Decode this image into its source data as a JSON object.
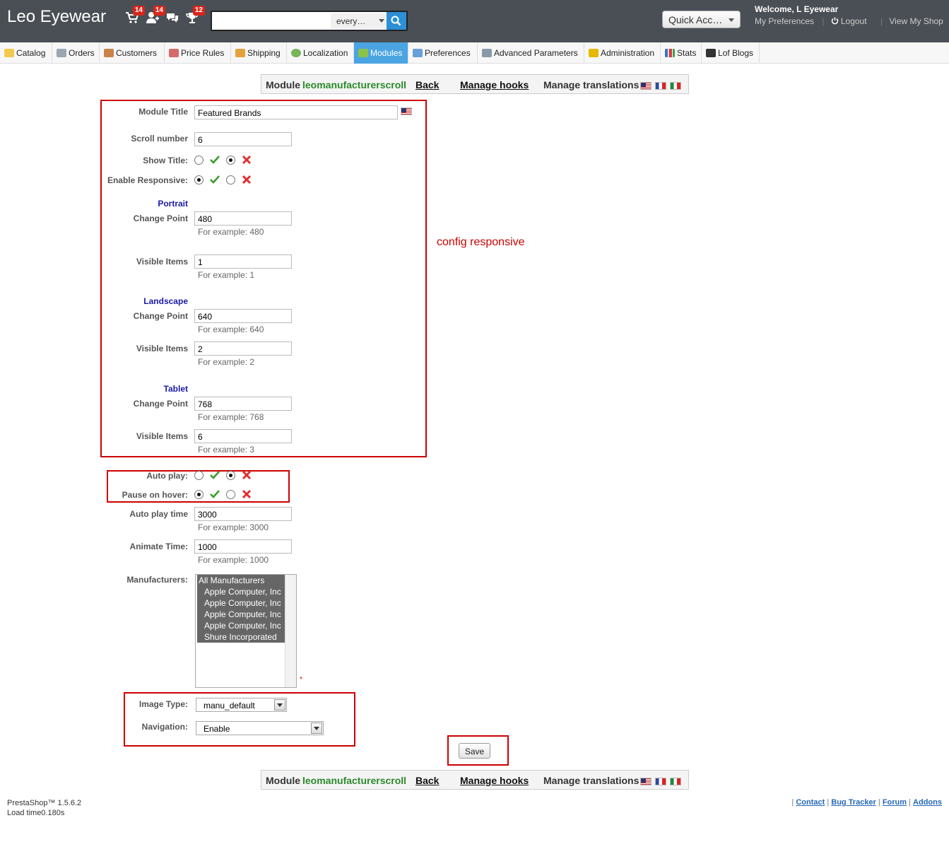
{
  "header": {
    "shop_name": "Leo Eyewear",
    "notifications": [
      {
        "icon": "cart-icon",
        "count": "14"
      },
      {
        "icon": "customer-icon",
        "count": "14"
      },
      {
        "icon": "message-icon",
        "count": ""
      },
      {
        "icon": "trophy-icon",
        "count": "12"
      }
    ],
    "search": {
      "value": "",
      "scope": "every…"
    },
    "quick_access": "Quick Acc…",
    "welcome_prefix": "Welcome, ",
    "welcome_name": "L Eyewear",
    "links": {
      "preferences": "My Preferences",
      "logout": "Logout",
      "view_shop": "View My Shop"
    }
  },
  "tabs": [
    {
      "label": "Catalog",
      "icon": "folder-icon"
    },
    {
      "label": "Orders",
      "icon": "cart-icon"
    },
    {
      "label": "Customers",
      "icon": "customer-icon"
    },
    {
      "label": "Price Rules",
      "icon": "price-rules-icon"
    },
    {
      "label": "Shipping",
      "icon": "truck-icon"
    },
    {
      "label": "Localization",
      "icon": "globe-icon"
    },
    {
      "label": "Modules",
      "icon": "puzzle-icon",
      "active": true
    },
    {
      "label": "Preferences",
      "icon": "preferences-icon"
    },
    {
      "label": "Advanced Parameters",
      "icon": "wrench-icon"
    },
    {
      "label": "Administration",
      "icon": "key-icon"
    },
    {
      "label": "Stats",
      "icon": "stats-icon"
    },
    {
      "label": "Lof Blogs",
      "icon": "blog-icon"
    }
  ],
  "toolbar": {
    "module_prefix": "Module",
    "module_name": "leomanufacturerscroll",
    "back": "Back",
    "manage_hooks": "Manage hooks",
    "manage_translations": "Manage translations"
  },
  "form": {
    "module_title": {
      "label": "Module Title",
      "value": "Featured Brands"
    },
    "scroll_number": {
      "label": "Scroll number",
      "value": "6"
    },
    "show_title": {
      "label": "Show Title:",
      "selected": "no"
    },
    "enable_responsive": {
      "label": "Enable Responsive:",
      "selected": "yes"
    },
    "portrait": {
      "heading": "Portrait",
      "change_point": {
        "label": "Change Point",
        "value": "480",
        "hint": "For example: 480"
      },
      "visible_items": {
        "label": "Visible Items",
        "value": "1",
        "hint": "For example: 1"
      }
    },
    "landscape": {
      "heading": "Landscape",
      "change_point": {
        "label": "Change Point",
        "value": "640",
        "hint": "For example: 640"
      },
      "visible_items": {
        "label": "Visible Items",
        "value": "2",
        "hint": "For example: 2"
      }
    },
    "tablet": {
      "heading": "Tablet",
      "change_point": {
        "label": "Change Point",
        "value": "768",
        "hint": "For example: 768"
      },
      "visible_items": {
        "label": "Visible Items",
        "value": "6",
        "hint": "For example: 3"
      }
    },
    "auto_play": {
      "label": "Auto play:",
      "selected": "no"
    },
    "pause_on_hover": {
      "label": "Pause on hover:",
      "selected": "yes"
    },
    "auto_play_time": {
      "label": "Auto play time",
      "value": "3000",
      "hint": "For example: 3000"
    },
    "animate_time": {
      "label": "Animate Time:",
      "value": "1000",
      "hint": "For example: 1000"
    },
    "manufacturers": {
      "label": "Manufacturers:",
      "options": [
        "All Manufacturers",
        "Apple Computer, Inc",
        "Apple Computer, Inc",
        "Apple Computer, Inc",
        "Apple Computer, Inc",
        "Shure Incorporated"
      ],
      "required_mark": "*"
    },
    "image_type": {
      "label": "Image Type:",
      "value": "manu_default"
    },
    "navigation": {
      "label": "Navigation:",
      "value": "Enable"
    },
    "save": "Save"
  },
  "annotation": "config responsive",
  "footer": {
    "version": "PrestaShop™ 1.5.6.2",
    "load_time": "Load time0.180s",
    "links": [
      "Contact",
      "Bug Tracker",
      "Forum",
      "Addons"
    ]
  },
  "colors": {
    "header_bg": "#4a4f56",
    "active_tab": "#4ba4e2",
    "annotation_red": "#cc0000",
    "module_name_green": "#2a8a2a",
    "section_blue": "#1a1aa8"
  }
}
